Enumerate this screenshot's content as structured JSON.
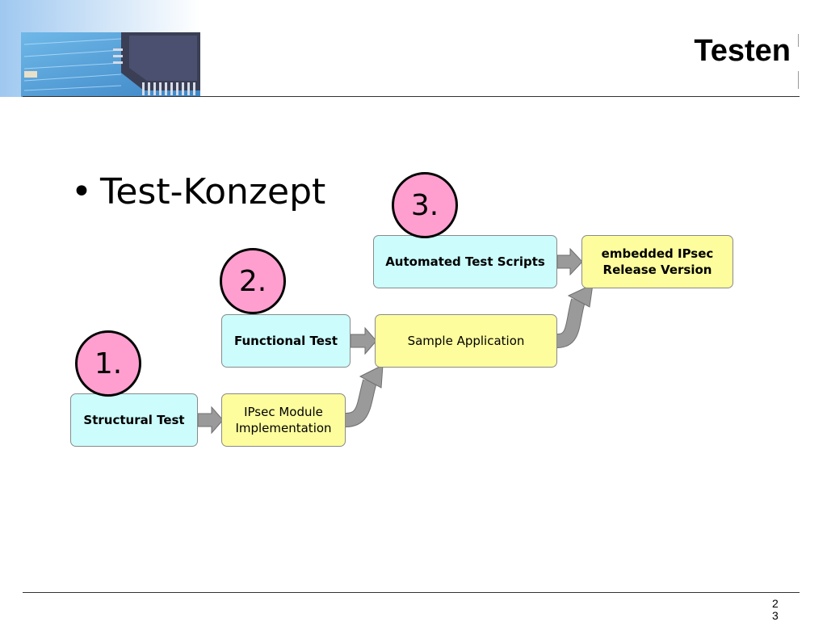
{
  "slide": {
    "title": "Testen",
    "bullet": "Test-Konzept",
    "page_number": "23"
  },
  "diagram": {
    "steps": [
      "1.",
      "2.",
      "3."
    ],
    "boxes": {
      "structural_test": "Structural Test",
      "ipsec_module": "IPsec Module Implementation",
      "functional_test": "Functional Test",
      "sample_application": "Sample Application",
      "automated_test_scripts": "Automated Test Scripts",
      "embedded_ipsec": "embedded IPsec Release Version"
    }
  },
  "colors": {
    "test_box": "#ccfcfc",
    "artifact_box": "#fdfd9e",
    "step_circle": "#ff9fd0",
    "arrow": "#9a9a9a"
  }
}
